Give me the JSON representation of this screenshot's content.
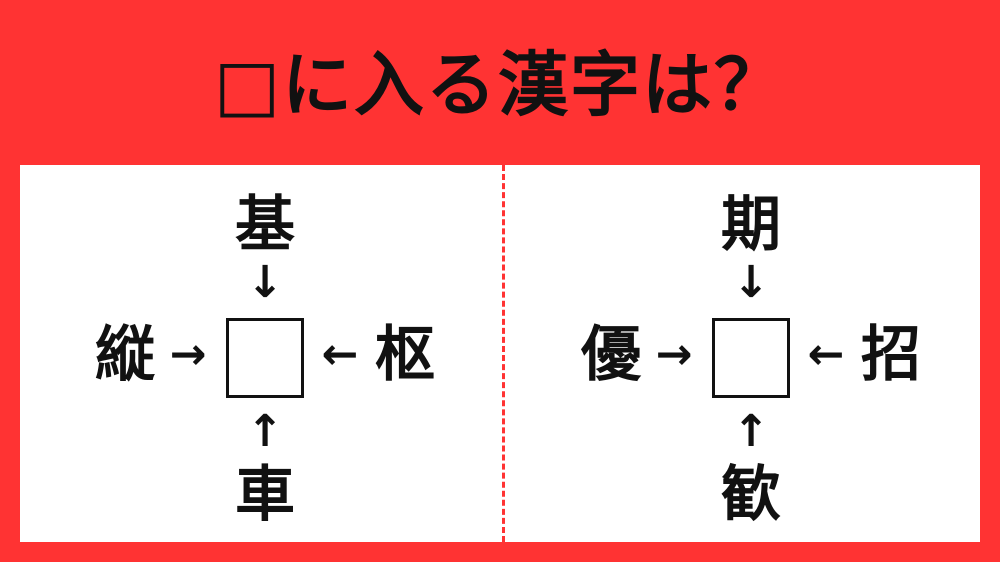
{
  "title": "□に入る漢字は？",
  "puzzles": [
    {
      "top": "基",
      "left": "縦",
      "right": "枢",
      "bottom": "車"
    },
    {
      "top": "期",
      "left": "優",
      "right": "招",
      "bottom": "歓"
    }
  ],
  "arrows": {
    "down": "↓",
    "right": "→",
    "left": "←",
    "up": "↑"
  },
  "colors": {
    "background": "#ff3333",
    "panel": "#ffffff",
    "text": "#111111"
  }
}
